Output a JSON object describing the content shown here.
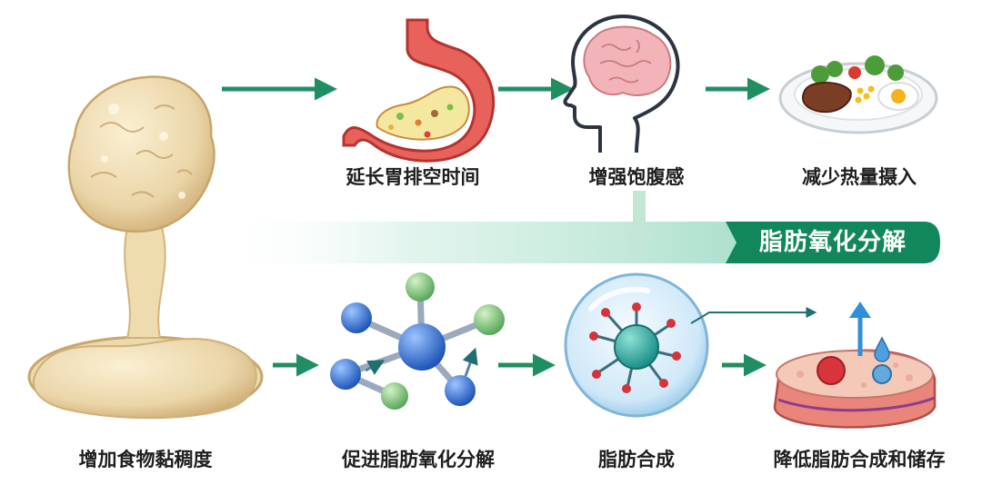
{
  "top_row": {
    "step1": "延长胃排空时间",
    "step2": "增强饱腹感",
    "step3": "减少热量摄入"
  },
  "bottom_row": {
    "start": "增加食物黏稠度",
    "step1": "促进脂肪氧化分解",
    "step2": "脂肪合成",
    "step3": "降低脂肪合成和储存"
  },
  "banner": {
    "label": "脂肪氧化分解"
  },
  "colors": {
    "arrow_green": "#1f8f63",
    "banner_green": "#12875b",
    "molecule_blue": "#2f6fd6",
    "molecule_green": "#7cc47a"
  },
  "icons": [
    "viscous-food-blob",
    "stomach-icon",
    "brain-head-icon",
    "meal-plate-icon",
    "molecule-icon",
    "fat-cell-icon",
    "fat-tissue-icon"
  ]
}
